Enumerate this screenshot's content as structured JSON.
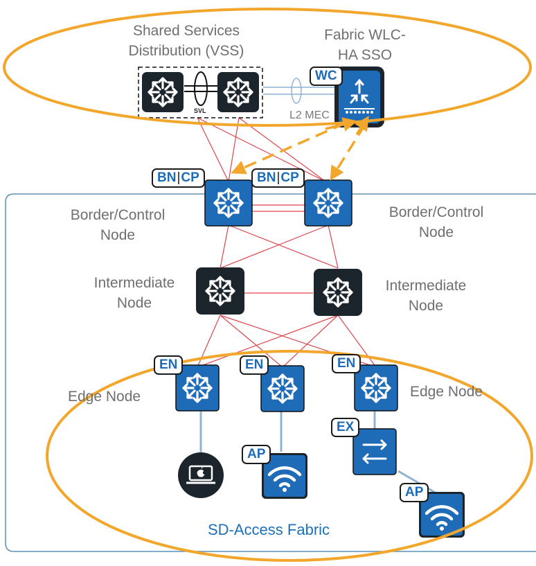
{
  "labels": {
    "shared_services": "Shared Services\nDistribution (VSS)",
    "fabric_wlc": "Fabric WLC-\nHA SSO",
    "border_left": "Border/Control\nNode",
    "border_right": "Border/Control\nNode",
    "intermediate_left": "Intermediate\nNode",
    "intermediate_right": "Intermediate\nNode",
    "edge_left": "Edge Node",
    "edge_right": "Edge Node",
    "fabric": "SD-Access Fabric",
    "l2_mec": "L2 MEC",
    "svl": "SVL"
  },
  "tags": {
    "wc": "WC",
    "bn": "BN",
    "cp": "CP",
    "en": "EN",
    "ex": "EX",
    "ap": "AP"
  },
  "colors": {
    "ellipse": "#f2a72c",
    "link": "#e0444a",
    "switch_dark": "#1c252b",
    "switch_blue": "#1e6bb8",
    "tag_text": "#1e6bb8",
    "uplink": "#8fb2d3",
    "fabric_border": "#5b8fb9"
  },
  "icons": {
    "vss_switch": "layer3-switch-icon",
    "wlc": "wireless-lan-controller-icon",
    "border_node": "layer3-switch-icon",
    "intermediate_node": "layer3-switch-icon",
    "edge_node": "layer3-switch-icon",
    "extended_node": "layer2-switch-icon",
    "access_point": "wifi-access-point-icon",
    "endpoint": "apple-laptop-icon"
  }
}
